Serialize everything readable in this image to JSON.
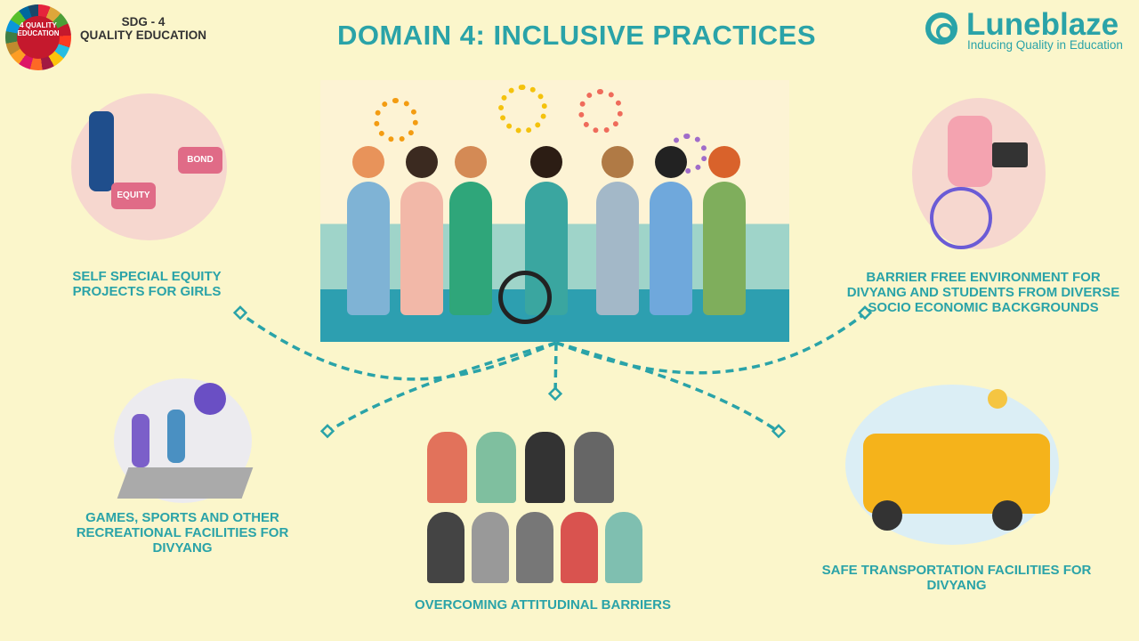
{
  "header": {
    "title": "DOMAIN 4:  INCLUSIVE PRACTICES",
    "sdg_line1": "SDG - 4",
    "sdg_line2": "QUALITY EDUCATION",
    "sdg_badge": "4 QUALITY EDUCATION"
  },
  "brand": {
    "name": "Luneblaze",
    "tagline": "Inducing Quality in Education"
  },
  "nodes": [
    {
      "label": "SELF SPECIAL EQUITY PROJECTS FOR GIRLS",
      "image_text": [
        "EQUITY",
        "BOND"
      ]
    },
    {
      "label": "BARRIER FREE ENVIRONMENT FOR DIVYANG AND STUDENTS FROM DIVERSE SOCIO ECONOMIC BACKGROUNDS"
    },
    {
      "label": "GAMES, SPORTS AND OTHER RECREATIONAL FACILITIES FOR DIVYANG"
    },
    {
      "label": "OVERCOMING ATTITUDINAL BARRIERS"
    },
    {
      "label": "SAFE TRANSPORTATION  FACILITIES FOR DIVYANG"
    }
  ],
  "colors": {
    "accent": "#2aa3a8",
    "background": "#fbf6cb"
  }
}
